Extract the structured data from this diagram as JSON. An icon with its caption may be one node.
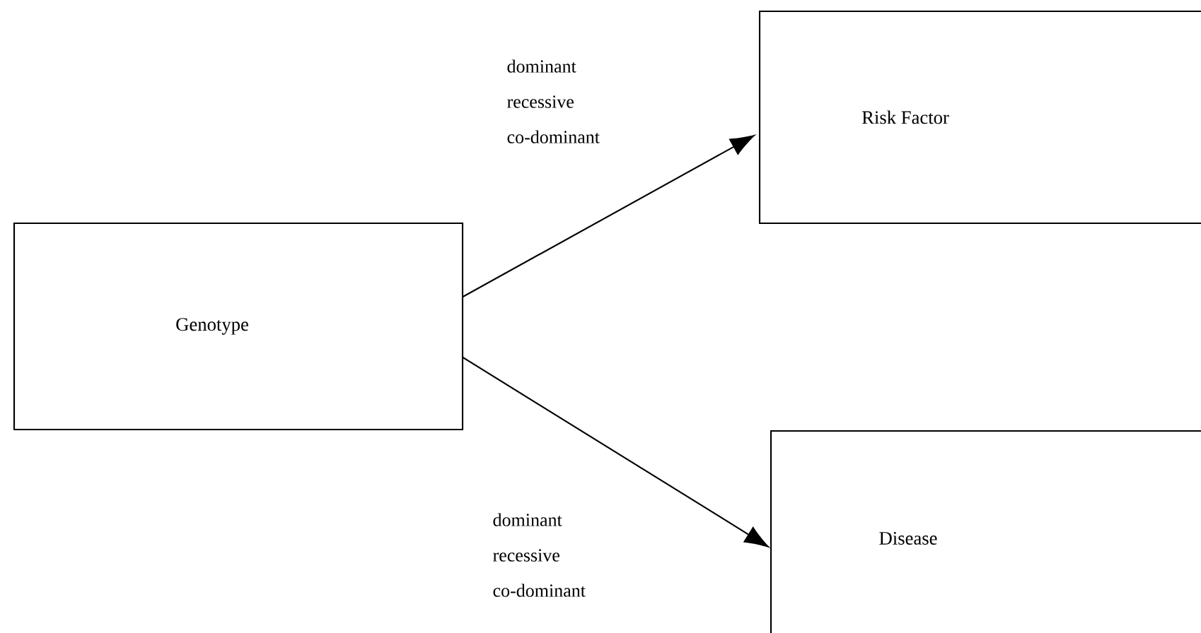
{
  "diagram": {
    "nodes": [
      {
        "text": [
          "Genotype"
        ]
      },
      {
        "text": [
          "Risk Factor"
        ]
      },
      {
        "text": [
          "Disease"
        ]
      }
    ],
    "edges": [
      {
        "from": 0,
        "to": 1,
        "arrow": "to",
        "label": "dominant recessive co-dominant"
      },
      {
        "from": 0,
        "to": 2,
        "arrow": "to",
        "label": "dominant recessive co-dominant"
      }
    ]
  }
}
